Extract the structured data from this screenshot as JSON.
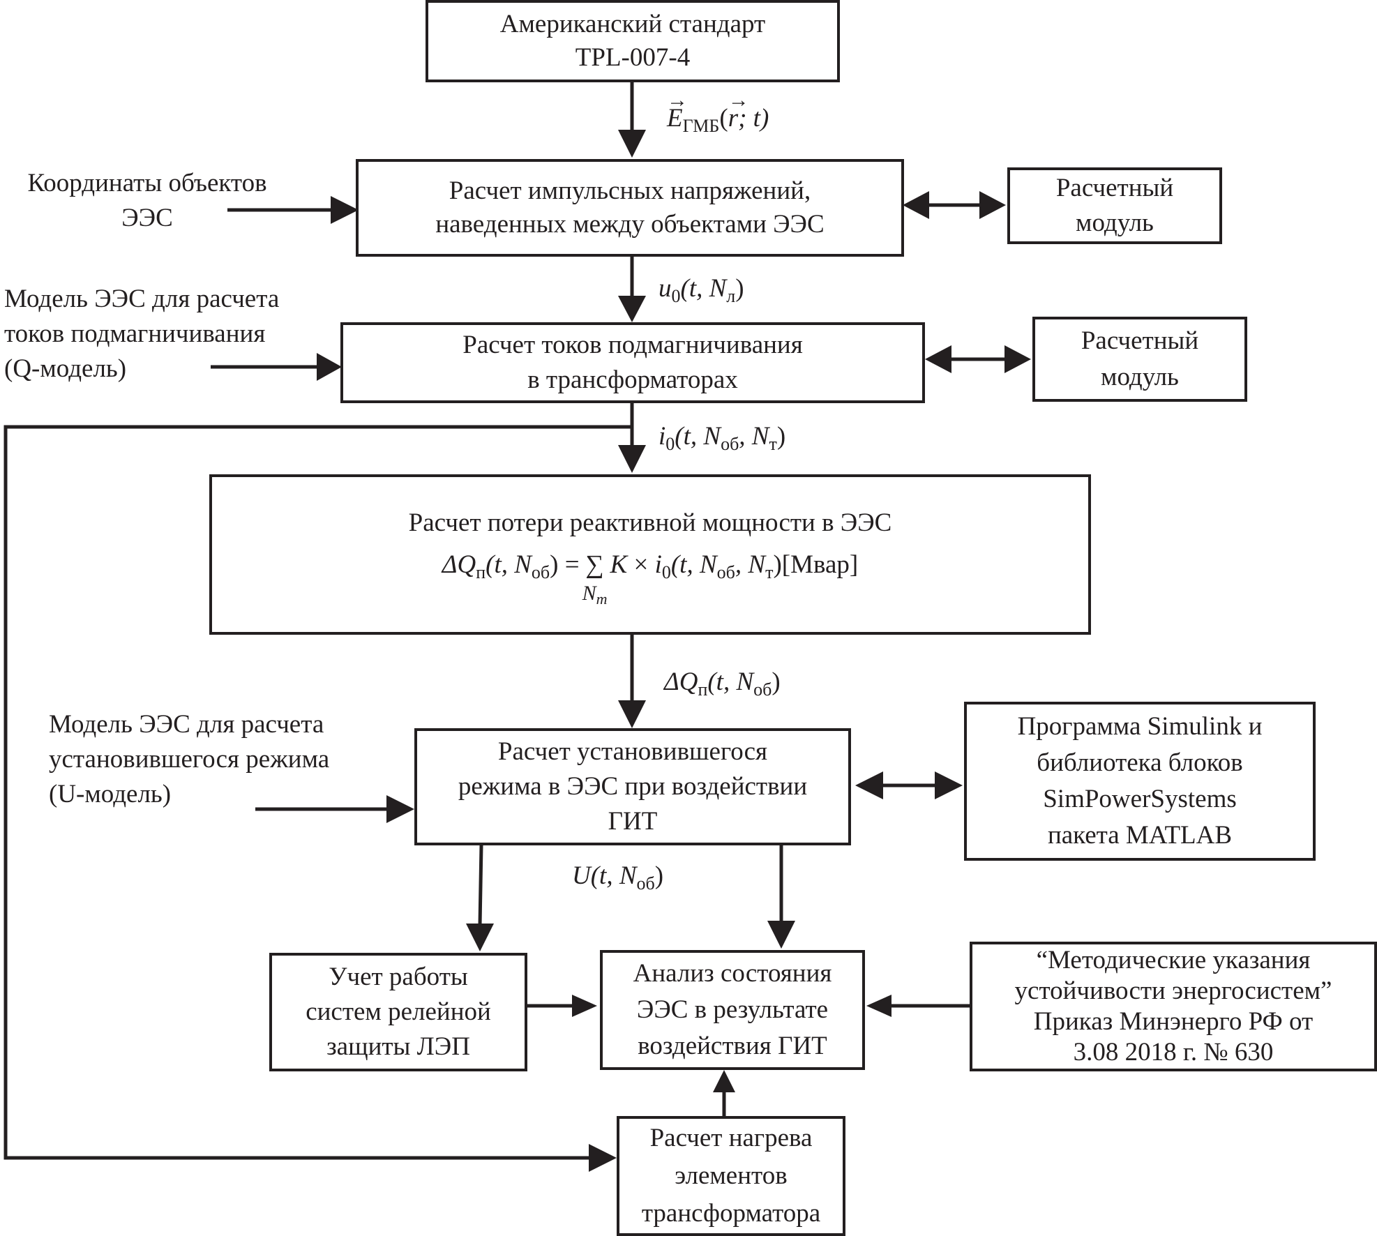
{
  "boxes": {
    "standard": [
      "Американский стандарт",
      "TPL-007-4"
    ],
    "voltage_calc": [
      "Расчет импульсных напряжений,",
      "наведенных между объектами ЭЭС"
    ],
    "calc_module_1": [
      "Расчетный",
      "модуль"
    ],
    "current_calc": [
      "Расчет токов подмагничивания",
      "в трансформаторах"
    ],
    "calc_module_2": [
      "Расчетный",
      "модуль"
    ],
    "reactive_calc": {
      "title": "Расчет потери реактивной мощности в ЭЭС",
      "formula_lhs": "ΔQ",
      "formula_lhs_sub": "п",
      "formula_lhs_args": "(t, N",
      "formula_lhs_args_sub": "об",
      "formula_eq": ") = ",
      "sum_symbol": "∑",
      "sum_under": "N",
      "sum_under_sub": "т",
      "formula_rhs_k": "K",
      "formula_rhs_times": " × ",
      "formula_rhs_i": "i",
      "formula_rhs_i_sub": "0",
      "formula_rhs_args": "(t, N",
      "formula_rhs_args_sub1": "об",
      "formula_rhs_args_mid": ", N",
      "formula_rhs_args_sub2": "т",
      "formula_rhs_unit": ")[Мвар]"
    },
    "steady_state_calc": [
      "Расчет установившегося",
      "режима в ЭЭС при воздействии",
      "ГИТ"
    ],
    "simulink": [
      "Программа Simulink  и",
      "библиотека блоков",
      "SimPowerSystems",
      "пакета  MATLAB"
    ],
    "relay": [
      "Учет работы",
      "систем  релейной",
      "защиты ЛЭП"
    ],
    "analysis": [
      "Анализ состояния",
      "ЭЭС в результате",
      "воздействия ГИТ"
    ],
    "guidelines": [
      "“Методические указания",
      "устойчивости энергосистем”",
      "Приказ Минэнерго РФ от",
      "3.08 2018 г. № 630"
    ],
    "heating": [
      "Расчет нагрева",
      "элементов",
      "трансформатора"
    ]
  },
  "inputs": {
    "coordinates": [
      "Координаты объектов",
      "ЭЭС"
    ],
    "q_model": [
      "Модель ЭЭС для расчета",
      "токов подмагничивания",
      "(Q-модель)"
    ],
    "u_model": [
      "Модель ЭЭС для расчета",
      "установившегося режима",
      "(U-модель)"
    ]
  },
  "flow_labels": {
    "e_field": {
      "main": "E",
      "sub": "ГМБ",
      "open": "(",
      "vec": "r",
      "rest": "; t)"
    },
    "u0": {
      "main": "u",
      "sub": "0",
      "args": "(t, N",
      "sub2": "л",
      "close": ")"
    },
    "i0": {
      "main": "i",
      "sub": "0",
      "args": "(t, N",
      "sub2": "об",
      "mid": ", N",
      "sub3": "т",
      "close": ")"
    },
    "dq": {
      "main": "ΔQ",
      "sub": "п",
      "args": "(t, N",
      "sub2": "об",
      "close": ")"
    },
    "u": {
      "main": "U",
      "args": "(t, N",
      "sub2": "об",
      "close": ")"
    }
  }
}
